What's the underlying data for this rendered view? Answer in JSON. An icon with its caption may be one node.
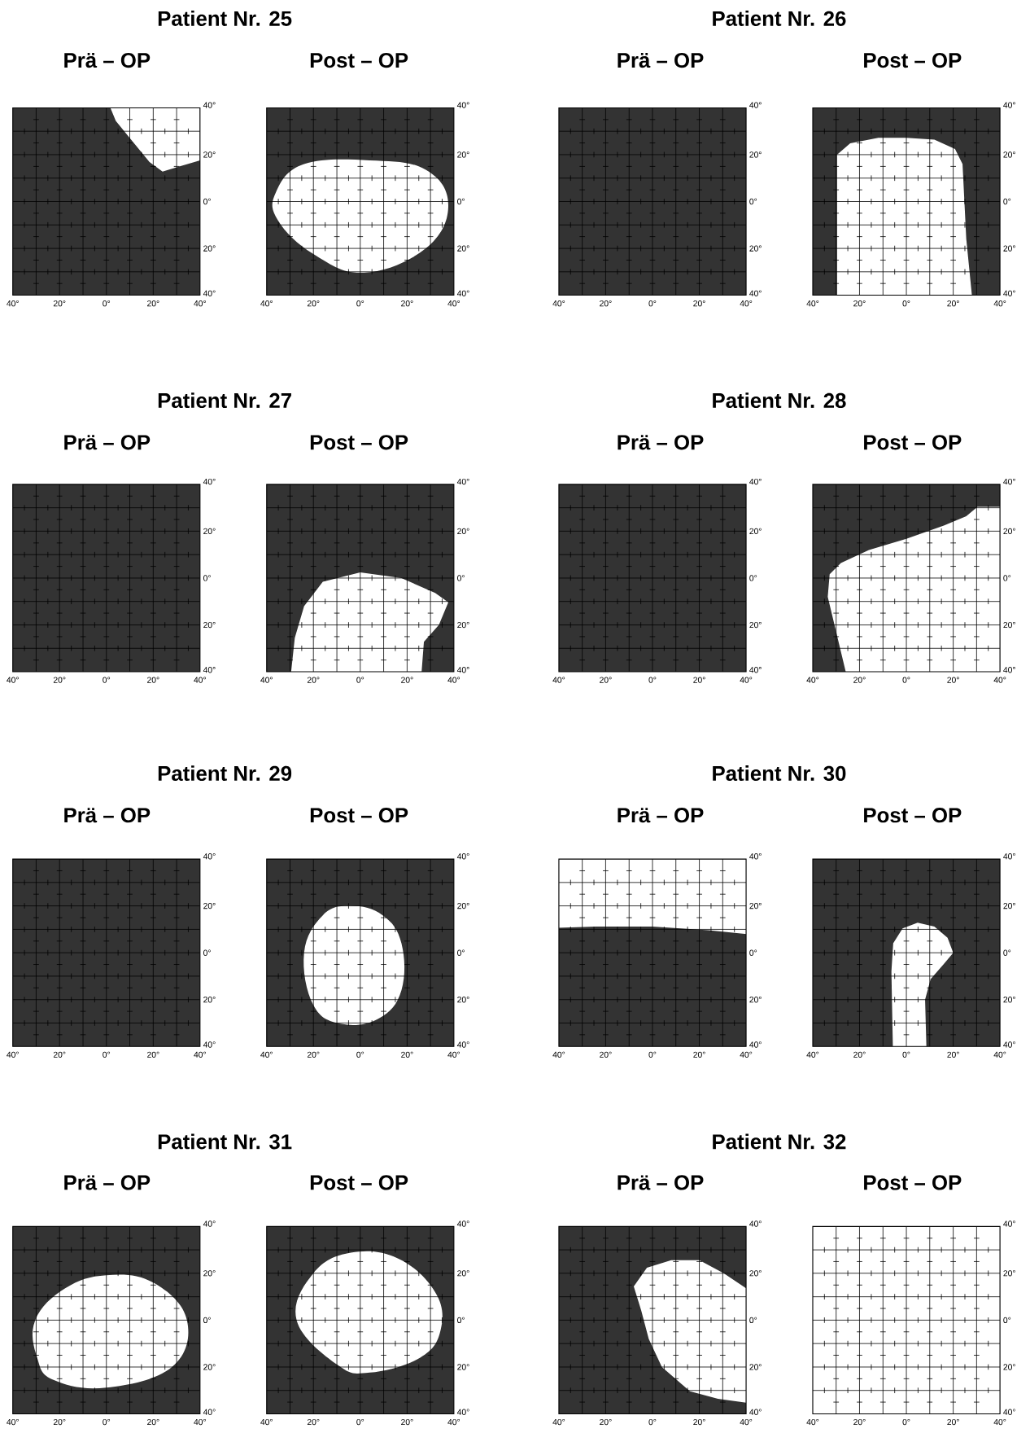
{
  "diagram": {
    "labels": [
      "Patient Nr. 25",
      "Patient Nr. 26",
      "Prä – OP",
      "Post – OP",
      "Prä – OP",
      "Post – OP",
      "40°",
      "20°",
      "0°",
      "20°",
      "40°",
      "40°",
      "20°",
      "0°",
      "20°",
      "40°",
      "40°",
      "20°",
      "0°",
      "20°",
      "40°",
      "40°",
      "20°",
      "0°",
      "20°",
      "40°",
      "40°",
      "20°",
      "0°",
      "20°",
      "40°",
      "40°",
      "20°",
      "0°",
      "20°",
      "40°",
      "40°",
      "20°",
      "0°",
      "20°",
      "40°",
      "40°",
      "20°",
      "0°",
      "20°",
      "40°",
      "Patient Nr. 27",
      "Patient Nr. 28",
      "Prä – OP",
      "Post – OP",
      "Prä – OP",
      "Post – OP",
      "40°",
      "20°",
      "0°",
      "20°",
      "40°",
      "40°",
      "20°",
      "0°",
      "20°",
      "40°",
      "40°",
      "20°",
      "0°",
      "20°",
      "40°",
      "40°",
      "20°",
      "0°",
      "20°",
      "40°",
      "40°",
      "20°",
      "0°",
      "20°",
      "40°",
      "40°",
      "20°",
      "0°",
      "20°",
      "40°",
      "40°",
      "20°",
      "0°",
      "20°",
      "40°",
      "40°",
      "20°",
      "0°",
      "20°",
      "40°",
      "Patient Nr. 29",
      "Patient Nr. 30",
      "Prä – OP",
      "Post – OP",
      "Prä – OP",
      "Post – OP",
      "40°",
      "20°",
      "0°",
      "20°",
      "40°",
      "40°",
      "20°",
      "0°",
      "20°",
      "40°",
      "40°",
      "20°",
      "0°",
      "20°",
      "40°",
      "40°",
      "20°",
      "0°",
      "20°",
      "40°",
      "40°",
      "20°",
      "0°",
      "20°",
      "40°",
      "40°",
      "20°",
      "0°",
      "20°",
      "40°",
      "40°",
      "20°",
      "0°",
      "20°",
      "40°",
      "40°",
      "20°",
      "0°",
      "20°",
      "40°",
      "Patient Nr. 31",
      "Patient Nr. 32",
      "Prä – OP",
      "Post – OP",
      "Prä – OP",
      "Post – OP",
      "40°",
      "20°",
      "0°",
      "20°",
      "40°",
      "40°",
      "20°",
      "0°",
      "20°",
      "40°",
      "40°",
      "20°",
      "0°",
      "20°",
      "40°",
      "40°",
      "20°",
      "0°",
      "20°",
      "40°",
      "40°",
      "20°",
      "0°",
      "20°",
      "40°",
      "40°",
      "20°",
      "0°",
      "20°",
      "40°",
      "40°",
      "20°",
      "0°",
      "20°",
      "40°",
      "40°",
      "20°",
      "0°",
      "20°",
      "40°"
    ]
  }
}
